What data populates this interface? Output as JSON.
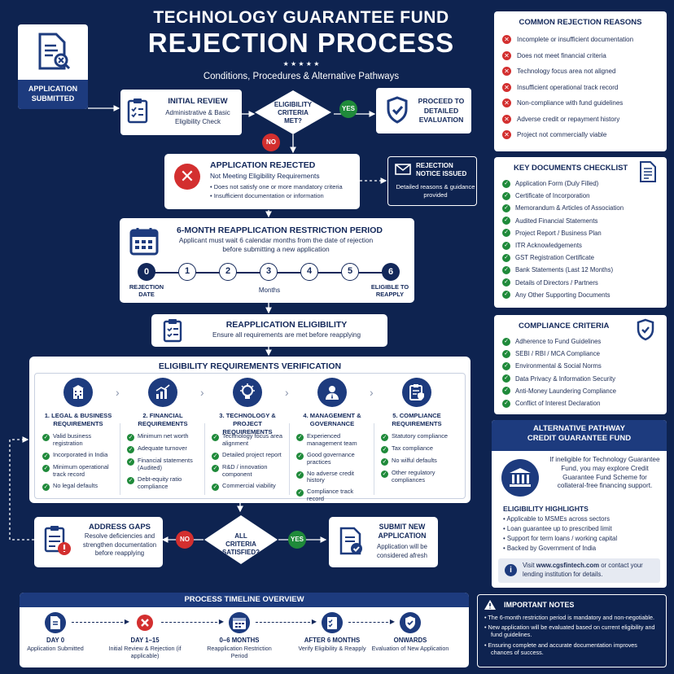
{
  "header": {
    "title_line1": "TECHNOLOGY GUARANTEE FUND",
    "title_line2": "REJECTION PROCESS",
    "stars": "★ ★ ★ ★ ★",
    "subtitle": "Conditions, Procedures & Alternative Pathways"
  },
  "flow": {
    "application_submitted": "APPLICATION SUBMITTED",
    "initial_review_title": "INITIAL REVIEW",
    "initial_review_desc": "Administrative & Basic Eligibility Check",
    "eligibility_decision": "ELIGIBILITY CRITERIA MET?",
    "yes": "YES",
    "no": "NO",
    "proceed": "PROCEED TO DETAILED EVALUATION",
    "rejected_title": "APPLICATION REJECTED",
    "rejected_sub": "Not Meeting Eligibility Requirements",
    "rejected_points": [
      "Does not satisfy one or more mandatory criteria",
      "Insufficient documentation or information"
    ],
    "notice_title": "REJECTION NOTICE ISSUED",
    "notice_desc": "Detailed reasons & guidance provided",
    "restriction_title": "6-MONTH REAPPLICATION RESTRICTION PERIOD",
    "restriction_desc": "Applicant must wait 6 calendar months from the date of rejection before submitting a new application",
    "months": [
      "0",
      "1",
      "2",
      "3",
      "4",
      "5",
      "6"
    ],
    "months_label": "Months",
    "rejection_date": "REJECTION DATE",
    "eligible_to_reapply": "ELIGIBLE TO REAPPLY",
    "reapp_title": "REAPPLICATION ELIGIBILITY",
    "reapp_desc": "Ensure all requirements are met before reapplying",
    "verify_title": "ELIGIBILITY REQUIREMENTS VERIFICATION",
    "address_gaps_title": "ADDRESS GAPS",
    "address_gaps_desc": "Resolve deficiencies and strengthen documentation before reapplying",
    "all_criteria": "ALL CRITERIA SATISFIED?",
    "submit_new_title": "SUBMIT NEW APPLICATION",
    "submit_new_desc": "Application will be considered afresh"
  },
  "requirements": [
    {
      "title": "1. LEGAL & BUSINESS REQUIREMENTS",
      "icon": "building-icon",
      "items": [
        "Valid business registration",
        "Incorporated in India",
        "Minimum operational track record",
        "No legal defaults"
      ]
    },
    {
      "title": "2. FINANCIAL REQUIREMENTS",
      "icon": "bar-chart-icon",
      "items": [
        "Minimum net worth",
        "Adequate turnover",
        "Financial statements (Audited)",
        "Debt-equity ratio compliance"
      ]
    },
    {
      "title": "3. TECHNOLOGY & PROJECT REQUIREMENTS",
      "icon": "lightbulb-icon",
      "items": [
        "Technology focus area alignment",
        "Detailed project report",
        "R&D / innovation component",
        "Commercial viability"
      ]
    },
    {
      "title": "4. MANAGEMENT & GOVERNANCE",
      "icon": "manager-icon",
      "items": [
        "Experienced management team",
        "Good governance practices",
        "No adverse credit history",
        "Compliance track record"
      ]
    },
    {
      "title": "5. COMPLIANCE REQUIREMENTS",
      "icon": "clipboard-shield-icon",
      "items": [
        "Statutory compliance",
        "Tax compliance",
        "No wilful defaults",
        "Other regulatory compliances"
      ]
    }
  ],
  "timeline": {
    "title": "PROCESS TIMELINE OVERVIEW",
    "steps": [
      {
        "head": "DAY 0",
        "desc": "Application Submitted",
        "icon": "document-icon"
      },
      {
        "head": "DAY 1–15",
        "desc": "Initial Review & Rejection (if applicable)",
        "icon": "x-circle-icon"
      },
      {
        "head": "0–6 MONTHS",
        "desc": "Reapplication Restriction Period",
        "icon": "calendar-icon"
      },
      {
        "head": "AFTER 6 MONTHS",
        "desc": "Verify Eligibility & Reapply",
        "icon": "checklist-icon"
      },
      {
        "head": "ONWARDS",
        "desc": "Evaluation of New Application",
        "icon": "shield-check-icon"
      }
    ]
  },
  "rejection_reasons": {
    "title": "COMMON REJECTION REASONS",
    "items": [
      "Incomplete or insufficient documentation",
      "Does not meet financial criteria",
      "Technology focus area not aligned",
      "Insufficient operational track record",
      "Non-compliance with fund guidelines",
      "Adverse credit or repayment history",
      "Project not commercially viable"
    ]
  },
  "documents": {
    "title": "KEY DOCUMENTS CHECKLIST",
    "items": [
      "Application Form (Duly Filled)",
      "Certificate of Incorporation",
      "Memorandum & Articles of Association",
      "Audited Financial Statements",
      "Project Report / Business Plan",
      "ITR Acknowledgements",
      "GST Registration Certificate",
      "Bank Statements (Last 12 Months)",
      "Details of Directors / Partners",
      "Any Other Supporting Documents"
    ]
  },
  "compliance": {
    "title": "COMPLIANCE CRITERIA",
    "items": [
      "Adherence to Fund Guidelines",
      "SEBI / RBI / MCA Compliance",
      "Environmental & Social Norms",
      "Data Privacy & Information Security",
      "Anti-Money Laundering Compliance",
      "Conflict of Interest Declaration"
    ]
  },
  "alternative": {
    "title1": "ALTERNATIVE PATHWAY",
    "title2": "CREDIT GUARANTEE FUND",
    "desc": "If ineligible for Technology Guarantee Fund, you may explore Credit Guarantee Fund Scheme for collateral-free financing support.",
    "highlights_title": "ELIGIBILITY HIGHLIGHTS",
    "highlights": [
      "Applicable to MSMEs across sectors",
      "Loan guarantee up to prescribed limit",
      "Support for term loans / working capital",
      "Backed by Government of India"
    ],
    "visit_pre": "Visit ",
    "visit_url": "www.cgsfintech.com",
    "visit_post": " or contact your lending institution for details."
  },
  "notes": {
    "title": "IMPORTANT NOTES",
    "items": [
      "The 6-month restriction period is mandatory and non-negotiable.",
      "New application will be evaluated based on current eligibility and fund guidelines.",
      "Ensuring complete and accurate documentation improves chances of success."
    ]
  },
  "colors": {
    "navy": "#0e2350",
    "accent": "#1d3b7e",
    "green": "#1f8a3a",
    "red": "#d32f2f"
  }
}
